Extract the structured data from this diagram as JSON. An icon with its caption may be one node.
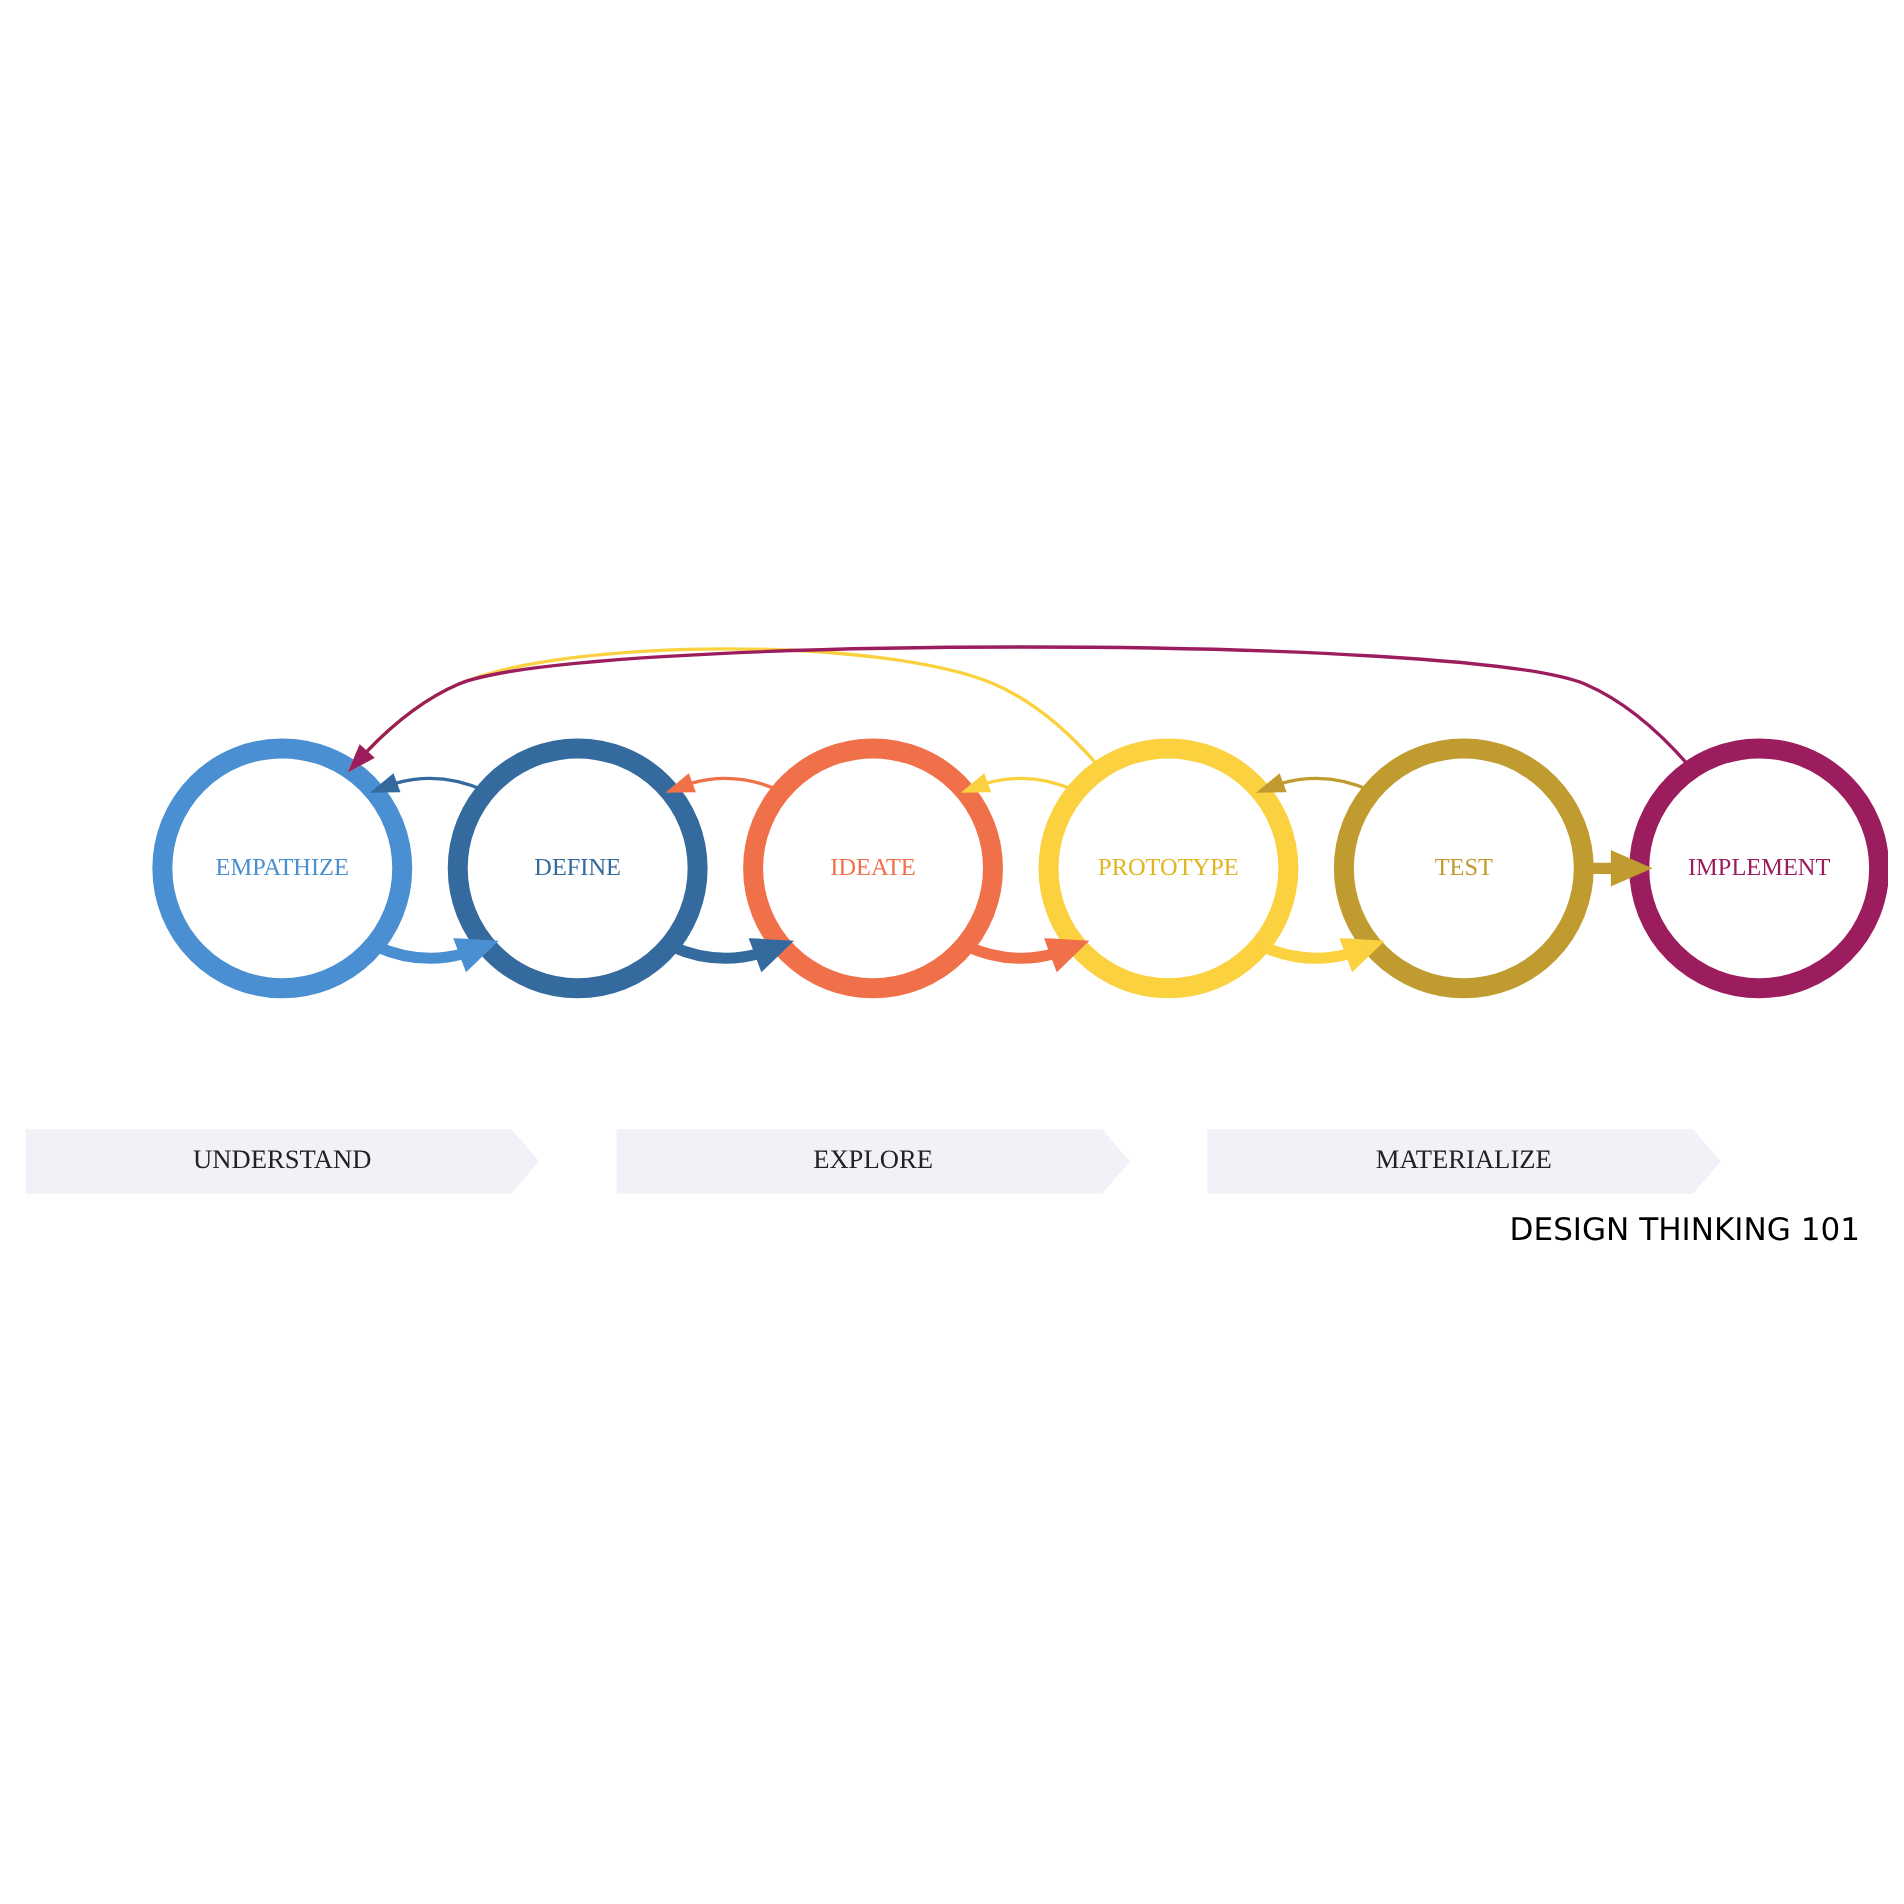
{
  "diagram": {
    "caption": "DESIGN THINKING 101",
    "nodes": [
      {
        "text": [
          "EMPATHIZE"
        ]
      },
      {
        "text": [
          "DEFINE"
        ]
      },
      {
        "text": [
          "IDEATE"
        ]
      },
      {
        "text": [
          "PROTOTYPE"
        ]
      },
      {
        "text": [
          "TEST"
        ]
      },
      {
        "text": [
          "IMPLEMENT"
        ]
      },
      {
        "text": [
          "UNDERSTAND"
        ]
      },
      {
        "text": [
          "EXPLORE"
        ]
      },
      {
        "text": [
          "MATERIALIZE"
        ]
      }
    ],
    "edges": [
      {
        "from": 0,
        "to": 1,
        "arrow": "to",
        "style": "thick",
        "color": "#4a8fd1"
      },
      {
        "from": 1,
        "to": 2,
        "arrow": "to",
        "style": "thick",
        "color": "#356a9e"
      },
      {
        "from": 2,
        "to": 3,
        "arrow": "to",
        "style": "thick",
        "color": "#f0704a"
      },
      {
        "from": 3,
        "to": 4,
        "arrow": "to",
        "style": "thick",
        "color": "#fbd13f"
      },
      {
        "from": 4,
        "to": 5,
        "arrow": "to",
        "style": "thick",
        "color": "#c09b2f"
      },
      {
        "from": 1,
        "to": 0,
        "arrow": "to",
        "color": "#356a9e"
      },
      {
        "from": 2,
        "to": 1,
        "arrow": "to",
        "color": "#f0704a"
      },
      {
        "from": 3,
        "to": 2,
        "arrow": "to",
        "color": "#fbd13f"
      },
      {
        "from": 4,
        "to": 3,
        "arrow": "to",
        "color": "#c09b2f"
      },
      {
        "from": 3,
        "to": 0,
        "arrow": "to",
        "color": "#fbd13f"
      },
      {
        "from": 5,
        "to": 0,
        "arrow": "to",
        "color": "#9c1d5e"
      }
    ]
  }
}
